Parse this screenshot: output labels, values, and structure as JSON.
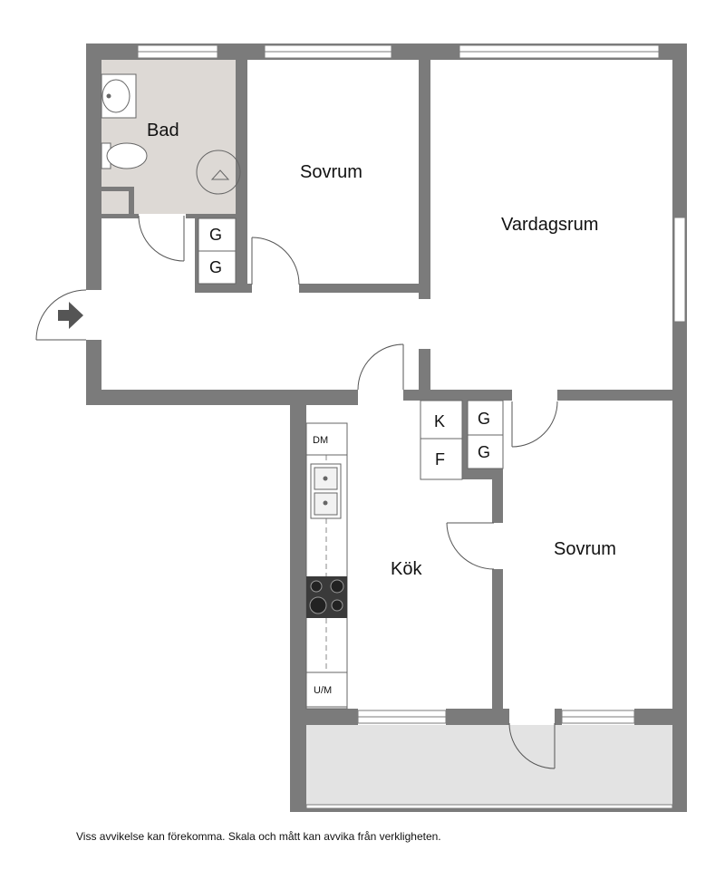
{
  "rooms": {
    "bad": "Bad",
    "sovrum_top": "Sovrum",
    "vardagsrum": "Vardagsrum",
    "kok": "Kök",
    "sovrum_bottom": "Sovrum"
  },
  "closets": {
    "hall_g1": "G",
    "hall_g2": "G",
    "kitchen_k": "K",
    "kitchen_f": "F",
    "mid_g1": "G",
    "mid_g2": "G"
  },
  "appliances": {
    "dishwasher": "DM",
    "oven_microwave": "U/M"
  },
  "disclaimer": "Viss avvikelse kan förekomma. Skala och mått kan avvika från verkligheten.",
  "colors": {
    "wall": "#7b7b7b",
    "bathroom_floor": "#ddd9d5",
    "balcony_floor": "#e3e3e3",
    "window": "#ffffff"
  }
}
